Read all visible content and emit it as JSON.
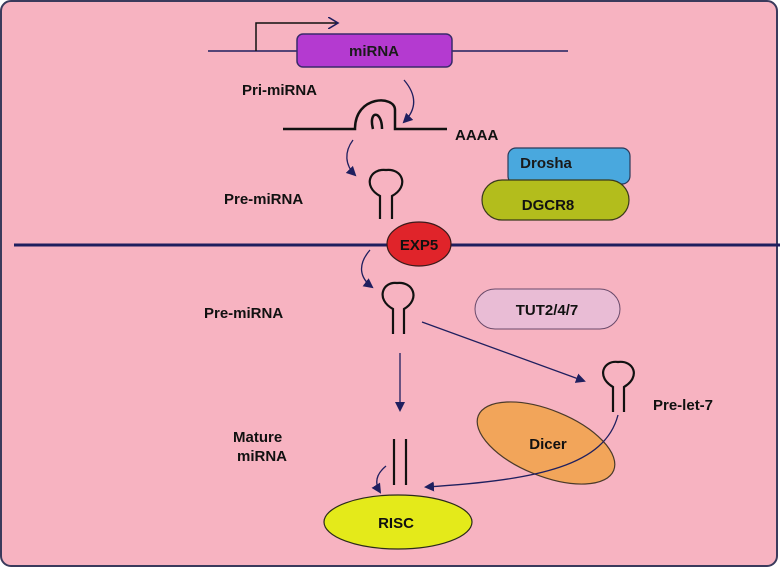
{
  "colors": {
    "background": "#f7b3c1",
    "border": "#3a3a5c",
    "line": "#1f1f5f",
    "mirna_box": "#b43ad0",
    "drosha": "#49a8de",
    "dgcr8": "#b3bd1c",
    "exp5": "#e0242a",
    "tut": "#e9bcd5",
    "dicer": "#f2a55a",
    "risc": "#e4ea1a"
  },
  "labels": {
    "mirna": "miRNA",
    "pri_mirna": "Pri-miRNA",
    "aaaa": "AAAA",
    "drosha": "Drosha",
    "dgcr8": "DGCR8",
    "pre_mirna_nucleus": "Pre-miRNA",
    "exp5": "EXP5",
    "pre_mirna_cytoplasm": "Pre-miRNA",
    "tut": "TUT2/4/7",
    "pre_let7": "Pre-let-7",
    "mature_mirna_line1": "Mature",
    "mature_mirna_line2": "miRNA",
    "dicer": "Dicer",
    "risc": "RISC"
  }
}
